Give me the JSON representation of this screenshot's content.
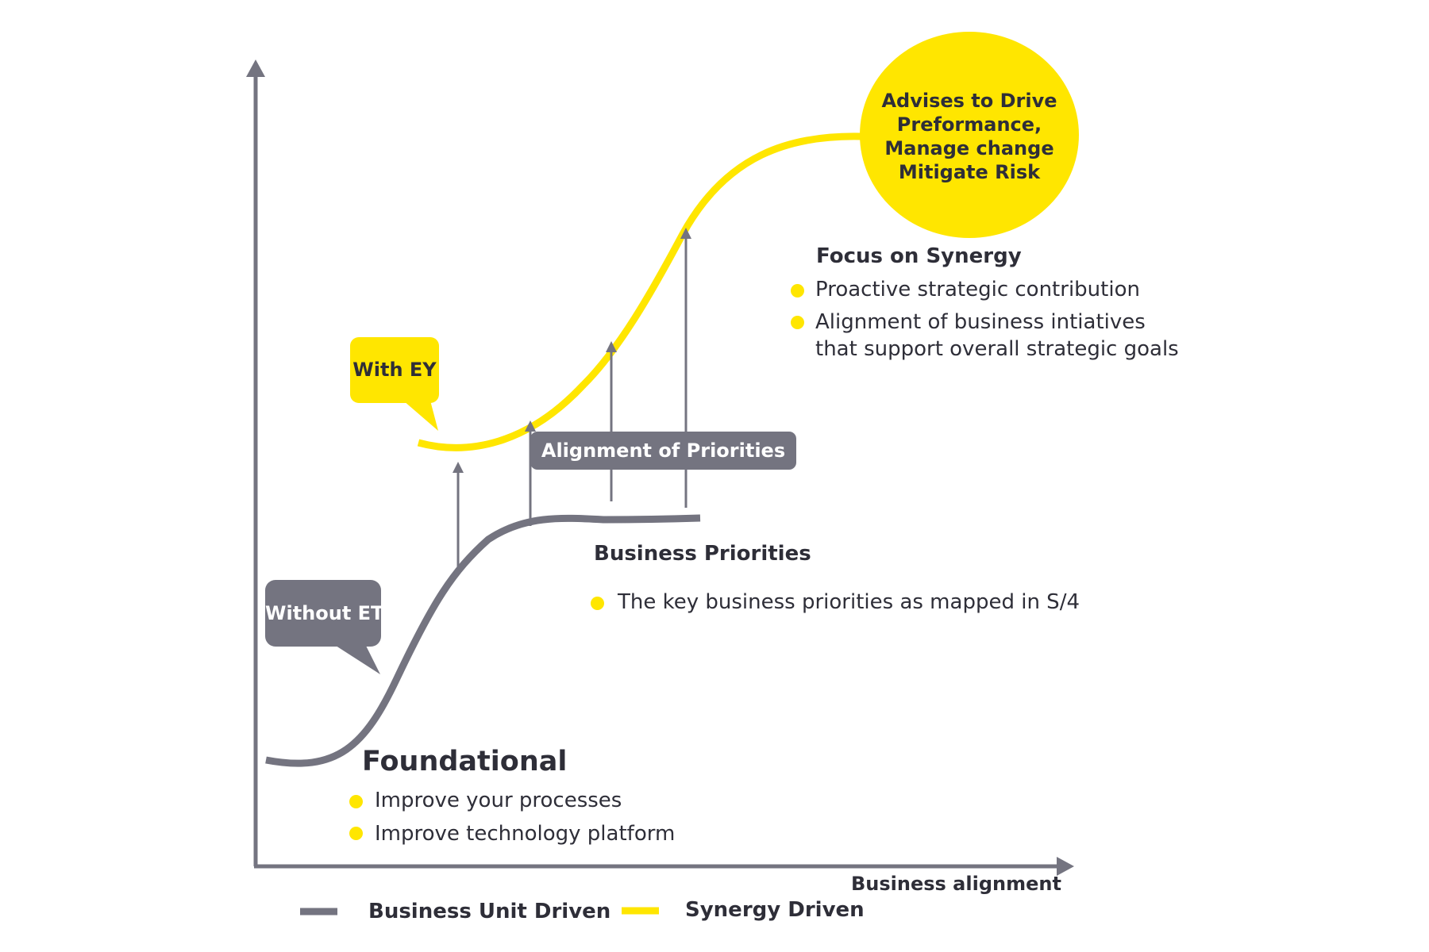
{
  "colors": {
    "yellow": "#ffe600",
    "gray": "#747480",
    "text": "#2e2e38"
  },
  "axes": {
    "x_label": "Business alignment"
  },
  "callouts": {
    "with_ey": "With EY",
    "without_et": "Without ET",
    "alignment": "Alignment of Priorities"
  },
  "circle": {
    "lines": [
      "Advises to Drive",
      "Preformance,",
      "Manage change",
      "Mitigate Risk"
    ]
  },
  "sections": {
    "synergy": {
      "heading": "Focus on Synergy",
      "bullets": [
        "Proactive strategic contribution",
        "Alignment of business intiatives",
        "that support overall strategic  goals"
      ]
    },
    "business_priorities": {
      "heading": "Business Priorities",
      "bullets": [
        "The key business priorities as mapped in S/4"
      ]
    },
    "foundational": {
      "heading": "Foundational",
      "bullets": [
        "Improve your processes",
        "Improve technology platform"
      ]
    }
  },
  "legend": [
    {
      "label": "Business Unit Driven",
      "color": "#747480"
    },
    {
      "label": "Synergy Driven",
      "color": "#ffe600"
    }
  ]
}
